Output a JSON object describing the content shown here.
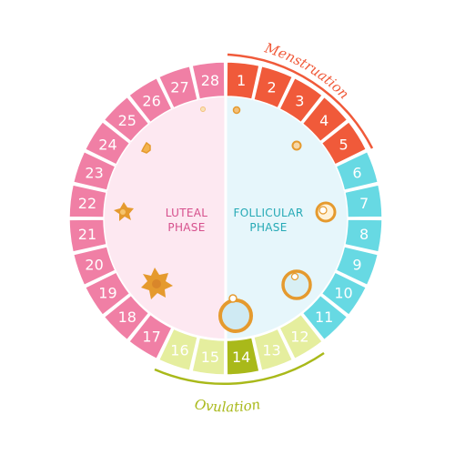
{
  "cycle": {
    "days": [
      {
        "label": "1",
        "phase": "menstruation"
      },
      {
        "label": "2",
        "phase": "menstruation"
      },
      {
        "label": "3",
        "phase": "menstruation"
      },
      {
        "label": "4",
        "phase": "menstruation"
      },
      {
        "label": "5",
        "phase": "menstruation"
      },
      {
        "label": "6",
        "phase": "follicular"
      },
      {
        "label": "7",
        "phase": "follicular"
      },
      {
        "label": "8",
        "phase": "follicular"
      },
      {
        "label": "9",
        "phase": "follicular"
      },
      {
        "label": "10",
        "phase": "follicular"
      },
      {
        "label": "11",
        "phase": "follicular"
      },
      {
        "label": "12",
        "phase": "ovulation"
      },
      {
        "label": "13",
        "phase": "ovulation"
      },
      {
        "label": "14",
        "phase": "ovulation-peak"
      },
      {
        "label": "15",
        "phase": "ovulation"
      },
      {
        "label": "16",
        "phase": "ovulation"
      },
      {
        "label": "17",
        "phase": "luteal"
      },
      {
        "label": "18",
        "phase": "luteal"
      },
      {
        "label": "19",
        "phase": "luteal"
      },
      {
        "label": "20",
        "phase": "luteal"
      },
      {
        "label": "21",
        "phase": "luteal"
      },
      {
        "label": "22",
        "phase": "luteal"
      },
      {
        "label": "23",
        "phase": "luteal"
      },
      {
        "label": "24",
        "phase": "luteal"
      },
      {
        "label": "25",
        "phase": "luteal"
      },
      {
        "label": "26",
        "phase": "luteal"
      },
      {
        "label": "27",
        "phase": "luteal"
      },
      {
        "label": "28",
        "phase": "luteal"
      }
    ]
  },
  "labels": {
    "menstruation": "Menstruation",
    "ovulation": "Ovulation",
    "luteal_line1": "LUTEAL",
    "luteal_line2": "PHASE",
    "follicular_line1": "FOLLICULAR",
    "follicular_line2": "PHASE"
  },
  "colors": {
    "menstruation": "#f05a3a",
    "follicular": "#67d9e3",
    "ovulation": "#e5ee9e",
    "ovulation_peak": "#a9b91a",
    "luteal": "#f07fa5",
    "luteal_bg": "#fde8f1",
    "follicular_bg": "#e6f6fb",
    "luteal_text": "#d64f8c",
    "follicular_text": "#24a9b5",
    "ovulation_text": "#a9b91a",
    "ovulation_day_text": "#6f7a24",
    "follicle": "#e59a2e"
  }
}
